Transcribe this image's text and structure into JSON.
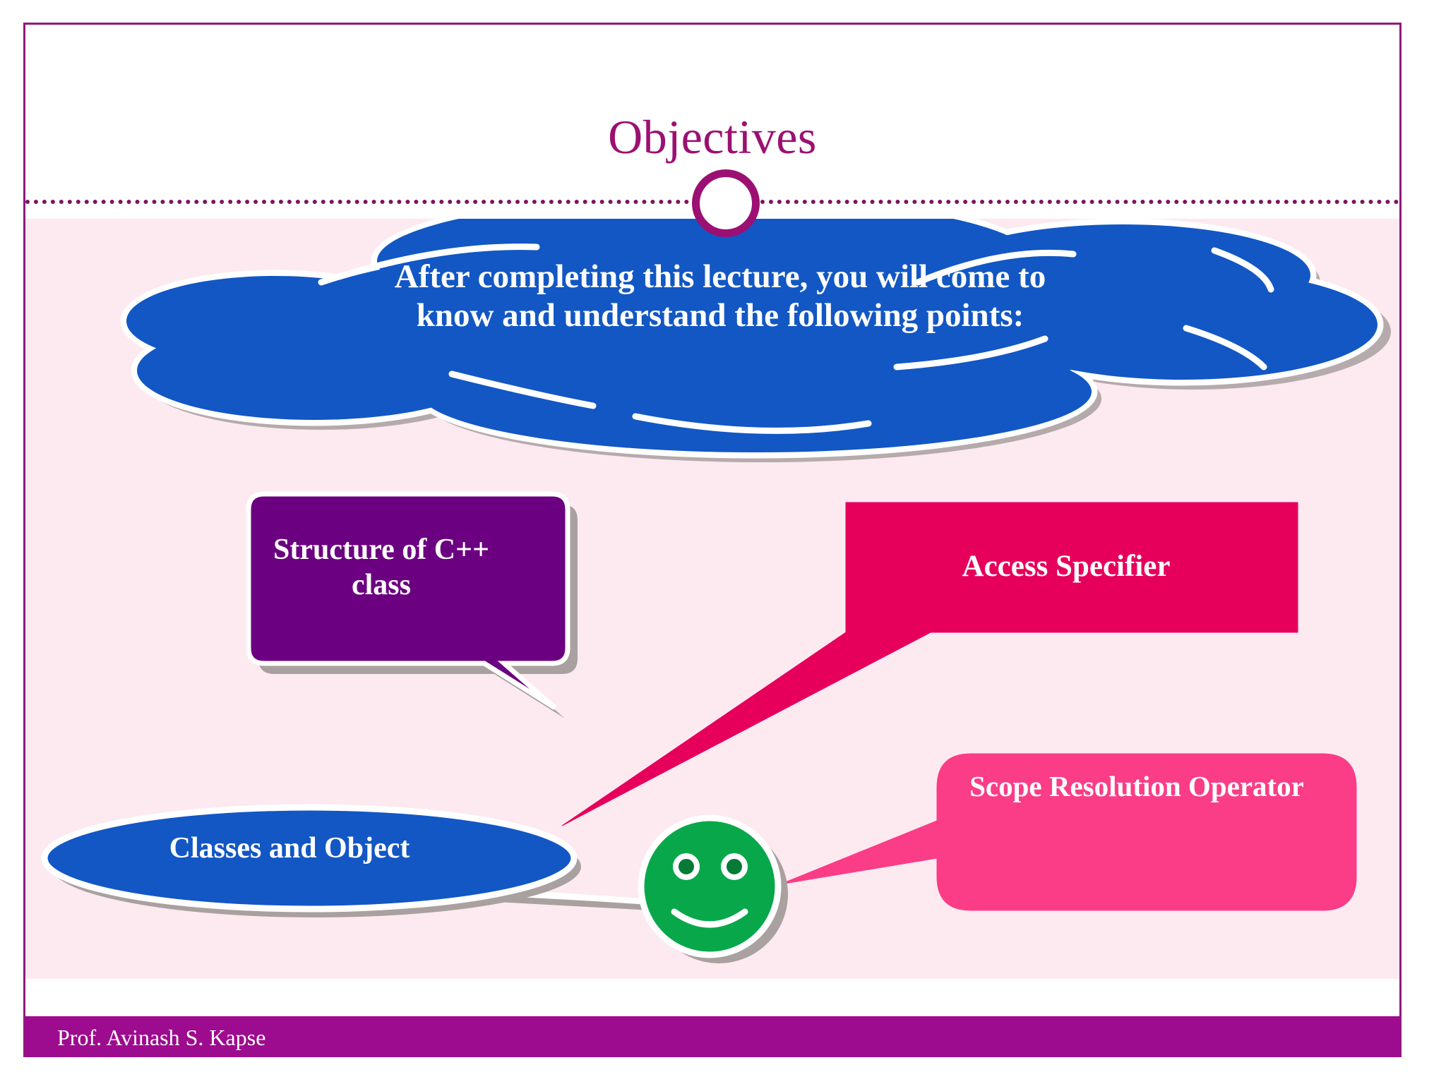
{
  "slide": {
    "title": "Objectives",
    "footer_author": "Prof. Avinash S. Kapse"
  },
  "cloud": {
    "text": "After completing this lecture, you will come to know and understand the following points:"
  },
  "callouts": [
    {
      "key": "structure",
      "label": "Structure of C++ class",
      "color": "#6B0080",
      "shape": "rounded-rect-callout"
    },
    {
      "key": "access",
      "label": "Access Specifier",
      "color": "#E6005C",
      "shape": "rect-callout"
    },
    {
      "key": "scope",
      "label": "Scope Resolution Operator",
      "color": "#FA3D86",
      "shape": "rounded-rect-callout"
    },
    {
      "key": "classes",
      "label": "Classes and Object",
      "color": "#1257C4",
      "shape": "ellipse"
    }
  ],
  "hub": {
    "name": "smiley-face",
    "color": "#08A84A"
  },
  "colors": {
    "frame_border": "#8F1A7D",
    "title": "#9B1072",
    "divider": "#7B1463",
    "body_background": "#FCEAF0",
    "header_background": "#FFFFFF",
    "cloud": "#1257C4",
    "footer_band": "#9D0B8E",
    "shadow": "#A9A0A0",
    "text_on_shape": "#FFFFFF"
  },
  "icons": {
    "ring": "circle-ring-icon",
    "smiley": "smiley-face-icon"
  }
}
